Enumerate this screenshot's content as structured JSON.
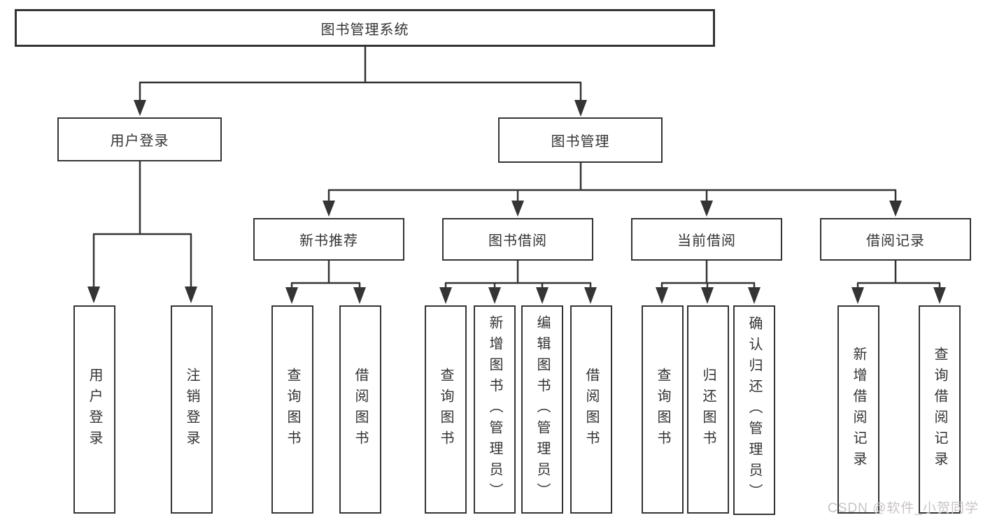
{
  "tree": {
    "root": {
      "label": "图书管理系统"
    },
    "branches": [
      {
        "label": "用户登录",
        "children": [
          {
            "label": "用户登录"
          },
          {
            "label": "注销登录"
          }
        ]
      },
      {
        "label": "图书管理",
        "children": [
          {
            "label": "新书推荐",
            "children": [
              {
                "label": "查询图书"
              },
              {
                "label": "借阅图书"
              }
            ]
          },
          {
            "label": "图书借阅",
            "children": [
              {
                "label": "查询图书"
              },
              {
                "label": "新增图书（管理员）"
              },
              {
                "label": "编辑图书（管理员）"
              },
              {
                "label": "借阅图书"
              }
            ]
          },
          {
            "label": "当前借阅",
            "children": [
              {
                "label": "查询图书"
              },
              {
                "label": "归还图书"
              },
              {
                "label": "确认归还（管理员）"
              }
            ]
          },
          {
            "label": "借阅记录",
            "children": [
              {
                "label": "新增借阅记录"
              },
              {
                "label": "查询借阅记录"
              }
            ]
          }
        ]
      }
    ]
  },
  "watermark": {
    "text": "CSDN @软件_小贺同学"
  },
  "colors": {
    "line": "#343434",
    "box_background": "#ffffff",
    "text": "#333333",
    "watermark": "#c9c4c4"
  }
}
